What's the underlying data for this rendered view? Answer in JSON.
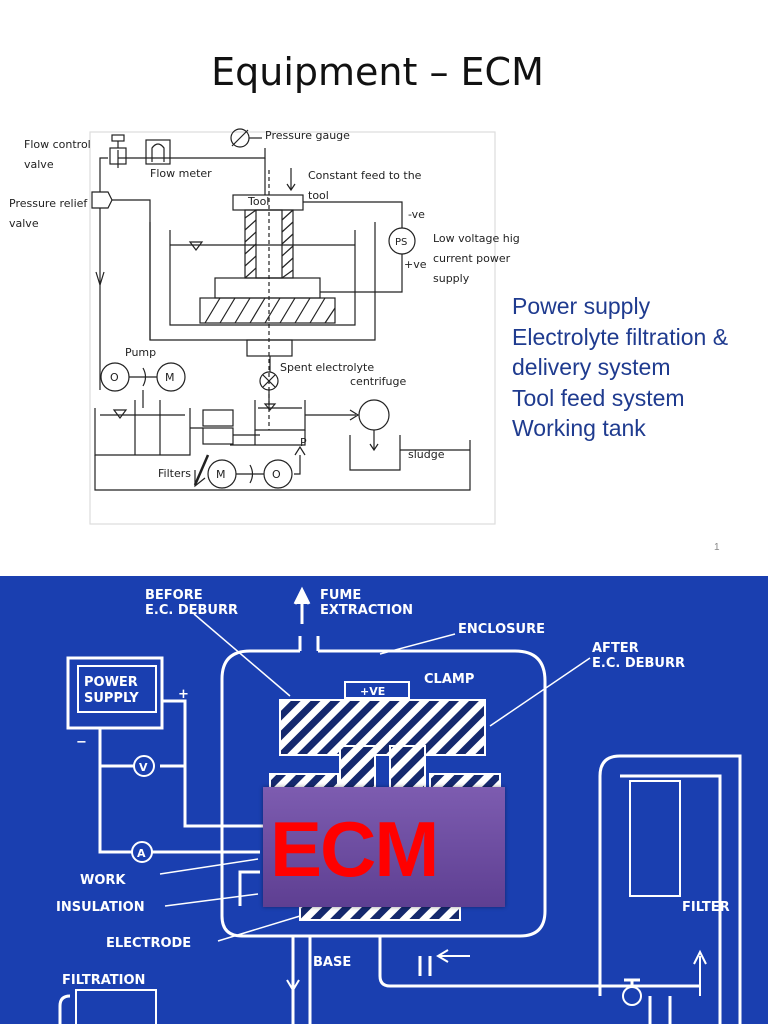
{
  "slide1": {
    "title": "Equipment – ECM",
    "page_number": "1",
    "bullets": [
      "Power supply",
      "Electrolyte filtration &",
      "delivery system",
      "Tool feed system",
      "Working tank"
    ],
    "diagram_labels": {
      "flow_control_valve_1": "Flow control",
      "flow_control_valve_2": "valve",
      "flow_meter": "Flow meter",
      "pressure_gauge": "Pressure gauge",
      "pressure_relief_1": "Pressure relief",
      "pressure_relief_2": "valve",
      "constant_feed_1": "Constant feed to the",
      "constant_feed_2": "tool",
      "tool": "Tool",
      "neg": "-ve",
      "pos": "+ve",
      "ps": "PS",
      "low_voltage_1": "Low voltage high",
      "low_voltage_2": "current power",
      "low_voltage_3": "supply",
      "pump": "Pump",
      "o1": "O",
      "m1": "M",
      "spent_1": "Spent electrolyte",
      "spent_2": "centrifuge",
      "p": "P",
      "sludge": "sludge",
      "filters": "Filters",
      "m2": "M",
      "o2": "O"
    }
  },
  "slide2": {
    "overlay_text": "ECM",
    "labels": {
      "before_1": "BEFORE",
      "before_2": "E.C. DEBURR",
      "fume_1": "FUME",
      "fume_2": "EXTRACTION",
      "enclosure": "ENCLOSURE",
      "after_1": "AFTER",
      "after_2": "E.C. DEBURR",
      "power_1": "POWER",
      "power_2": "SUPPLY",
      "plus": "+",
      "minus": "−",
      "clamp": "CLAMP",
      "ve": "+VE",
      "v": "V",
      "a": "A",
      "work": "WORK",
      "insulation": "INSULATION",
      "electrode": "ELECTRODE",
      "base": "BASE",
      "filter": "FILTER",
      "filtration": "FILTRATION"
    }
  },
  "colors": {
    "bullet_text": "#1f3b8f",
    "slide2_bg": "#1a3fb0",
    "ecm_text": "#ff0000",
    "ecm_box": "#6a4fa0"
  }
}
